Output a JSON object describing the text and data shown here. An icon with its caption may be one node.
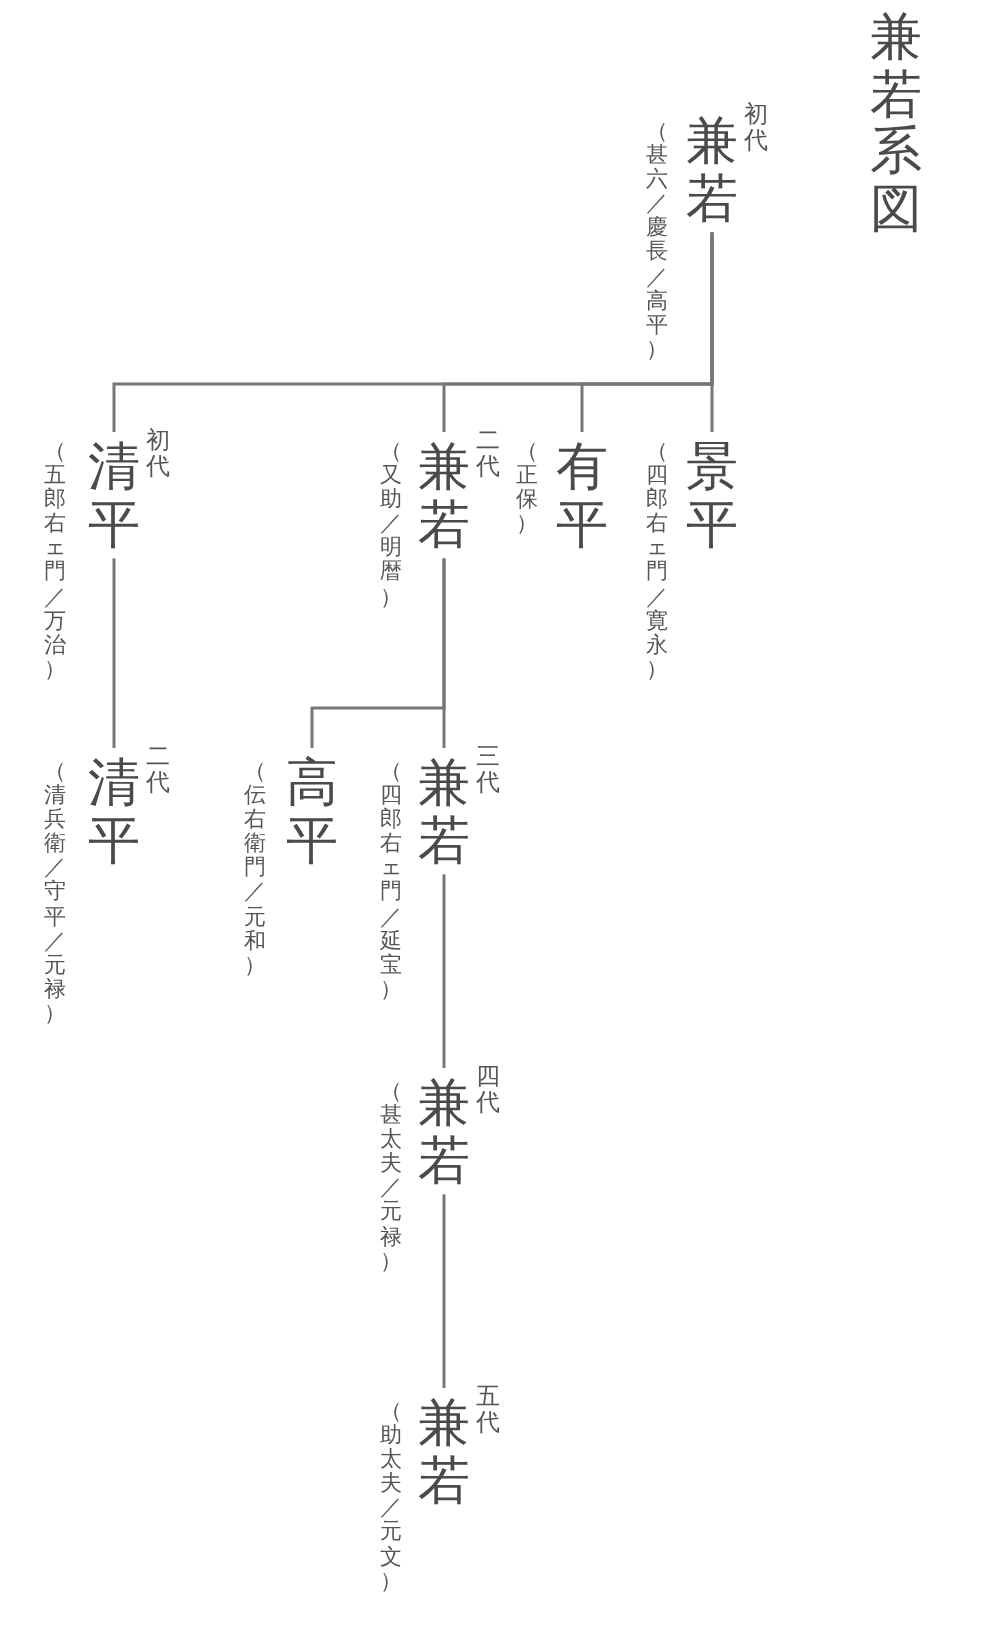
{
  "diagram": {
    "title": "兼若系図",
    "nodes": [
      {
        "text": [
          "兼若"
        ],
        "beside": [
          "初代",
          "（甚六／慶長／高平）"
        ]
      },
      {
        "text": [
          "景平"
        ],
        "beside": [
          "（四郎右ェ門／寛永）"
        ]
      },
      {
        "text": [
          "有平"
        ],
        "beside": [
          "（正保）"
        ]
      },
      {
        "text": [
          "兼若"
        ],
        "beside": [
          "二代",
          "（又助／明暦）"
        ]
      },
      {
        "text": [
          "清平"
        ],
        "beside": [
          "初代",
          "（五郎右ェ門／万治）"
        ]
      },
      {
        "text": [
          "兼若"
        ],
        "beside": [
          "三代",
          "（四郎右ェ門／延宝）"
        ]
      },
      {
        "text": [
          "高平"
        ],
        "beside": [
          "（伝右衛門／元和）"
        ]
      },
      {
        "text": [
          "清平"
        ],
        "beside": [
          "二代",
          "（清兵衛／守平／元禄）"
        ]
      },
      {
        "text": [
          "兼若"
        ],
        "beside": [
          "四代",
          "（甚太夫／元禄）"
        ]
      },
      {
        "text": [
          "兼若"
        ],
        "beside": [
          "五代",
          "（助太夫／元文）"
        ]
      }
    ],
    "edges": [
      {
        "from": 0,
        "to": 1,
        "arrow": "none"
      },
      {
        "from": 0,
        "to": 2,
        "arrow": "none"
      },
      {
        "from": 0,
        "to": 3,
        "arrow": "none"
      },
      {
        "from": 0,
        "to": 4,
        "arrow": "none"
      },
      {
        "from": 3,
        "to": 5,
        "arrow": "none"
      },
      {
        "from": 3,
        "to": 6,
        "arrow": "none"
      },
      {
        "from": 4,
        "to": 7,
        "arrow": "none"
      },
      {
        "from": 5,
        "to": 8,
        "arrow": "none"
      },
      {
        "from": 8,
        "to": 9,
        "arrow": "none"
      }
    ]
  }
}
